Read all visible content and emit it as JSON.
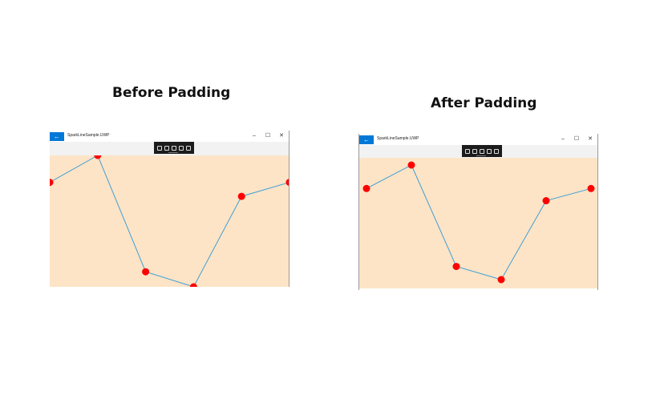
{
  "headings": {
    "before": "Before Padding",
    "after": "After Padding"
  },
  "window": {
    "title": "SparkLineSample.UWP",
    "back_symbol": "←",
    "minimize_symbol": "–",
    "maximize_symbol": "☐",
    "close_symbol": "✕"
  },
  "colors": {
    "accent": "#0078d7",
    "chart_background": "#fde4c6",
    "line": "#3f9fd6",
    "marker": "#ff0000"
  },
  "chart_data": [
    {
      "type": "line",
      "x": [
        0,
        1,
        2,
        3,
        4,
        5
      ],
      "values": [
        4.3,
        6.8,
        -4.0,
        -5.4,
        3.0,
        4.3
      ],
      "ylim": [
        -5.4,
        6.8
      ],
      "padding": false,
      "markers": true
    },
    {
      "type": "line",
      "x": [
        0,
        1,
        2,
        3,
        4,
        5
      ],
      "values": [
        4.3,
        6.8,
        -4.0,
        -5.4,
        3.0,
        4.3
      ],
      "ylim": [
        -5.4,
        6.8
      ],
      "padding": true,
      "markers": true
    }
  ]
}
